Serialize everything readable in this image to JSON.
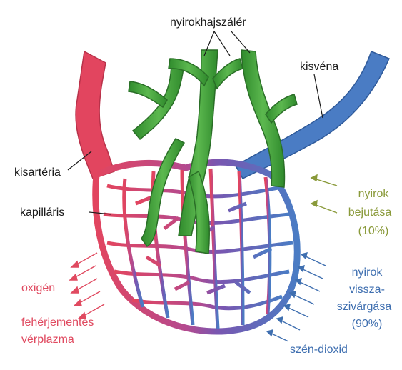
{
  "labels": {
    "lymph_capillary": "nyirokhajszálér",
    "venule": "kisvéna",
    "arteriole": "kisartéria",
    "capillary": "kapilláris",
    "oxygen": "oxigén",
    "plasma_line1": "fehérjementes",
    "plasma_line2": "vérplazma",
    "lymph_in_line1": "nyirok",
    "lymph_in_line2": "bejutása",
    "lymph_in_line3": "(10%)",
    "reabs_line1": "nyirok",
    "reabs_line2": "vissza-",
    "reabs_line3": "szivárgása",
    "reabs_line4": "(90%)",
    "co2": "szén-dioxid"
  },
  "colors": {
    "artery": "#e2455f",
    "vein": "#4a7cc4",
    "lymph": "#3f9a3a",
    "lymph_dark": "#2c7a2a",
    "mix": "#8a4fa8",
    "text_red": "#e04a60",
    "text_olive": "#8a9a3a",
    "text_blue": "#3f6fb0"
  }
}
